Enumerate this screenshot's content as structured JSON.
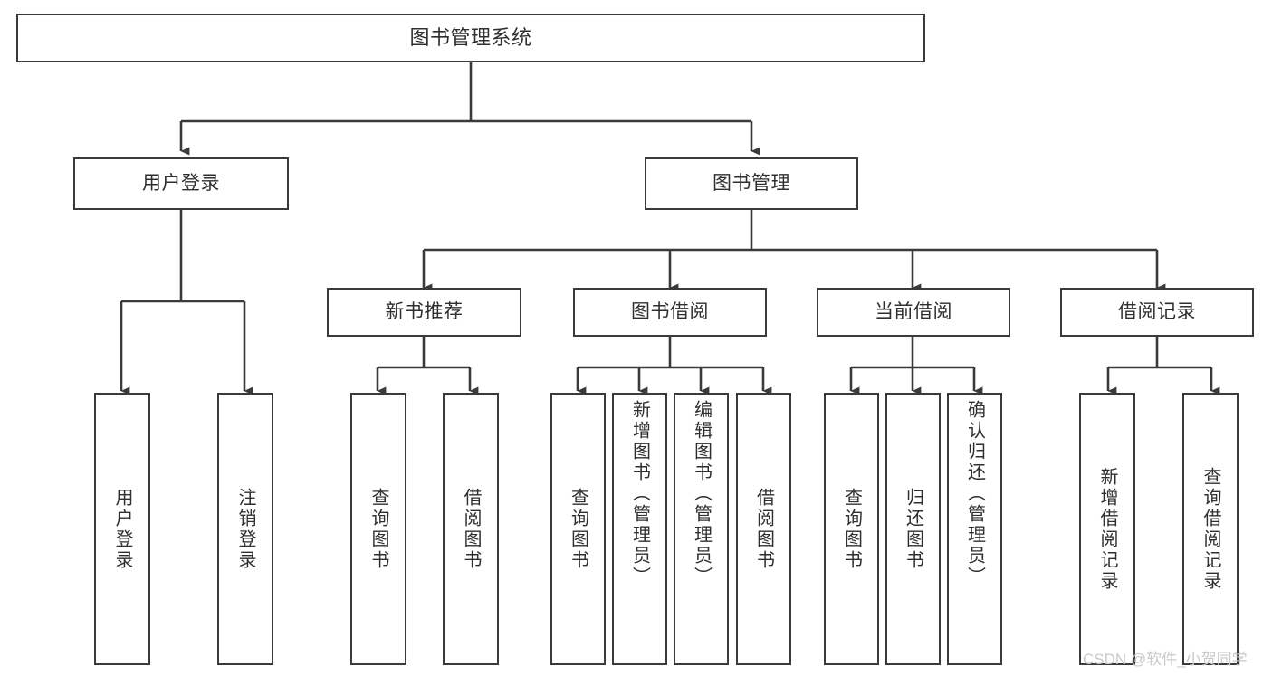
{
  "diagram": {
    "title": "图书管理系统",
    "type": "tree",
    "orientation": "top-down",
    "theme": {
      "background": "#ffffff",
      "node_fill": "#ffffff",
      "node_border": "#3a3a3a",
      "edge_color": "#3a3a3a",
      "text_color": "#2f2f2f",
      "watermark_color": "#c9c9c9"
    },
    "nodes": {
      "root": {
        "label": "图书管理系统"
      },
      "level1": [
        {
          "id": "user-login",
          "label": "用户登录"
        },
        {
          "id": "book-manage",
          "label": "图书管理"
        }
      ],
      "level2": [
        {
          "id": "new-book-recommend",
          "label": "新书推荐"
        },
        {
          "id": "book-borrow",
          "label": "图书借阅"
        },
        {
          "id": "current-borrow",
          "label": "当前借阅"
        },
        {
          "id": "borrow-record",
          "label": "借阅记录"
        }
      ],
      "leaves": {
        "user-login": [
          {
            "id": "leaf-user-login",
            "label": "用户登录"
          },
          {
            "id": "leaf-logout-login",
            "label": "注销登录"
          }
        ],
        "new-book-recommend": [
          {
            "id": "leaf-query-book-1",
            "label": "查询图书"
          },
          {
            "id": "leaf-borrow-book-1",
            "label": "借阅图书"
          }
        ],
        "book-borrow": [
          {
            "id": "leaf-query-book-2",
            "label": "查询图书"
          },
          {
            "id": "leaf-add-book",
            "label": "新增图书（管理员）"
          },
          {
            "id": "leaf-edit-book",
            "label": "编辑图书（管理员）"
          },
          {
            "id": "leaf-borrow-book-2",
            "label": "借阅图书"
          }
        ],
        "current-borrow": [
          {
            "id": "leaf-query-book-3",
            "label": "查询图书"
          },
          {
            "id": "leaf-return-book",
            "label": "归还图书"
          },
          {
            "id": "leaf-confirm-return",
            "label": "确认归还（管理员）"
          }
        ],
        "borrow-record": [
          {
            "id": "leaf-add-record",
            "label": "新增借阅记录"
          },
          {
            "id": "leaf-query-record",
            "label": "查询借阅记录"
          }
        ]
      }
    },
    "watermark": "CSDN @软件_小贺同学"
  }
}
